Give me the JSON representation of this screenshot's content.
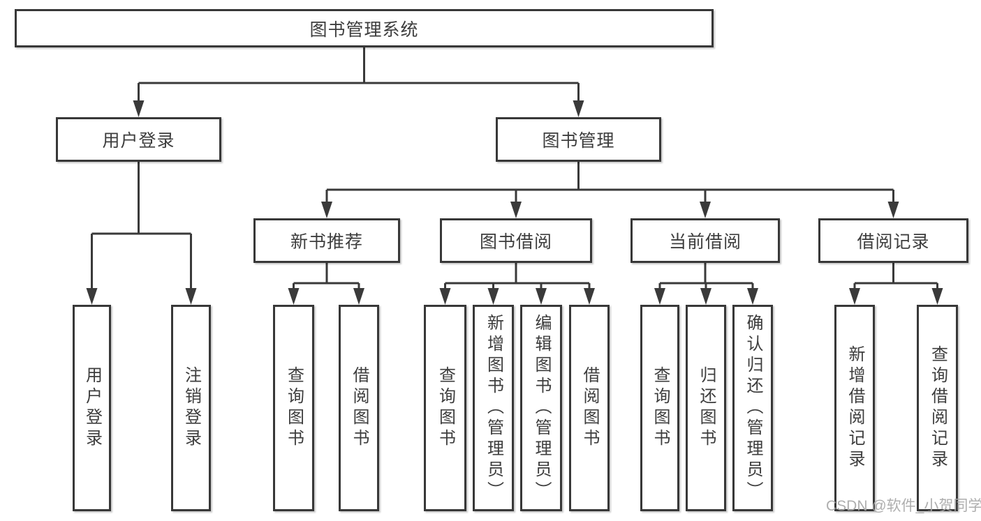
{
  "theme": {
    "line_color": "#3a3a3a",
    "box_border_color": "#383838",
    "text_color": "#3d3d3d",
    "background": "#ffffff",
    "watermark_color": "#a8a8a8"
  },
  "diagram": {
    "tree": {
      "label": "图书管理系统",
      "children": [
        {
          "label": "用户登录",
          "children": [
            {
              "label": "用户登录"
            },
            {
              "label": "注销登录"
            }
          ]
        },
        {
          "label": "图书管理",
          "children": [
            {
              "label": "新书推荐",
              "children": [
                {
                  "label": "查询图书"
                },
                {
                  "label": "借阅图书"
                }
              ]
            },
            {
              "label": "图书借阅",
              "children": [
                {
                  "label": "查询图书"
                },
                {
                  "label": "新增图书（管理员）"
                },
                {
                  "label": "编辑图书（管理员）"
                },
                {
                  "label": "借阅图书"
                }
              ]
            },
            {
              "label": "当前借阅",
              "children": [
                {
                  "label": "查询图书"
                },
                {
                  "label": "归还图书"
                },
                {
                  "label": "确认归还（管理员）"
                }
              ]
            },
            {
              "label": "借阅记录",
              "children": [
                {
                  "label": "新增借阅记录"
                },
                {
                  "label": "查询借阅记录"
                }
              ]
            }
          ]
        }
      ]
    },
    "watermark": "CSDN @软件_小贺同学"
  }
}
